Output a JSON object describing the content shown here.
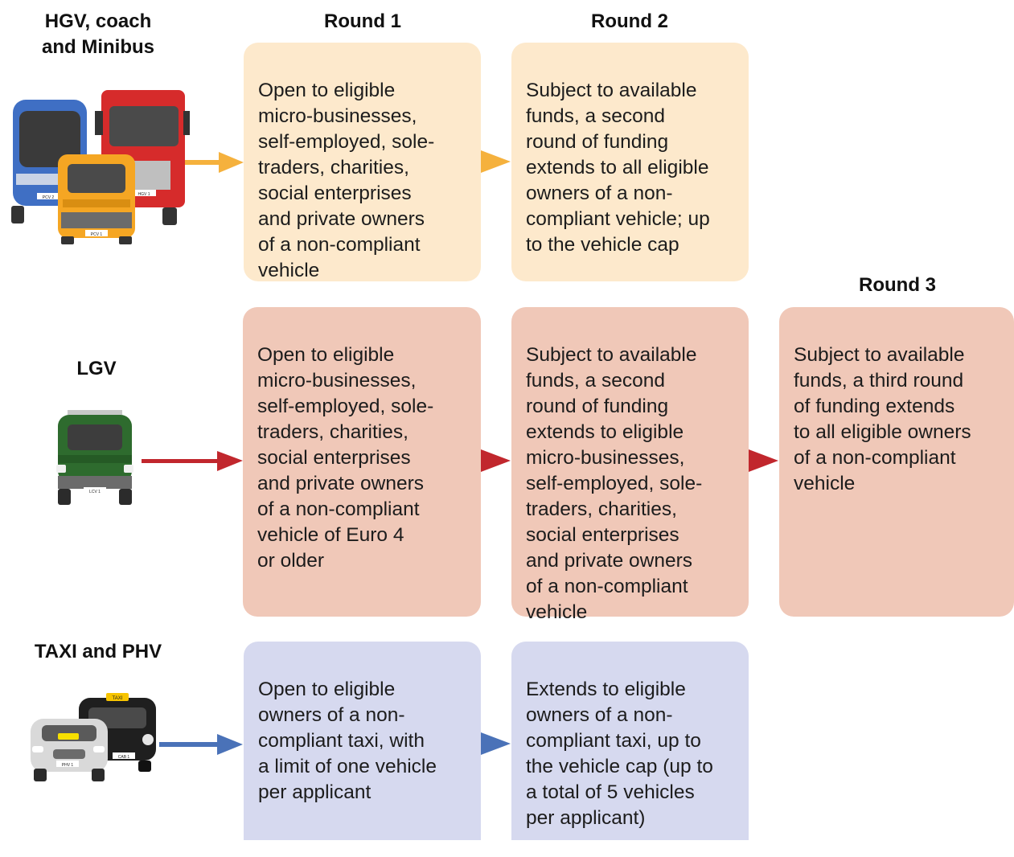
{
  "colors": {
    "hgv_box": "#fde9cc",
    "hgv_arrow": "#f5b13d",
    "lgv_box": "#f0c8b8",
    "lgv_arrow": "#c1272d",
    "taxi_box": "#d6d9ef",
    "taxi_arrow": "#4a72b8"
  },
  "headings": {
    "round1": "Round 1",
    "round2": "Round 2",
    "round3": "Round 3"
  },
  "rows": {
    "hgv": {
      "title": "HGV, coach\nand Minibus",
      "icon": "bus-truck-van-icon",
      "round1": "Open to eligible\nmicro-businesses,\nself-employed, sole-\ntraders, charities,\nsocial enterprises\nand private owners\nof a non-compliant\nvehicle",
      "round2": "Subject to available\nfunds, a second\nround of funding\nextends to all eligible\nowners of a non-\ncompliant vehicle; up\nto the vehicle cap"
    },
    "lgv": {
      "title": "LGV",
      "icon": "green-van-icon",
      "round1": "Open to eligible\nmicro-businesses,\nself-employed, sole-\ntraders, charities,\nsocial enterprises\nand private owners\nof a non-compliant\nvehicle of Euro 4\nor older",
      "round2": "Subject to available\nfunds, a second\nround of funding\nextends to eligible\nmicro-businesses,\nself-employed, sole-\ntraders, charities,\nsocial enterprises\nand private owners\nof a non-compliant\nvehicle",
      "round3": "Subject to available\nfunds, a third round\nof funding extends\nto all eligible owners\nof a non-compliant\nvehicle"
    },
    "taxi": {
      "title": "TAXI and PHV",
      "icon": "taxi-phv-icon",
      "round1": "Open to eligible\nowners of a non-\ncompliant taxi, with\na limit of one vehicle\nper applicant",
      "round2": "Extends to eligible\nowners of a non-\ncompliant taxi, up to\nthe vehicle cap (up to\na total of 5 vehicles\nper applicant)"
    }
  },
  "plates": {
    "bus": "PCV 2",
    "truck": "HGV 1",
    "minibus": "PCV 1",
    "lgv": "LCV 1",
    "phv": "PHV 1",
    "cab": "CAB 1",
    "taxi_sign": "TAXI"
  }
}
